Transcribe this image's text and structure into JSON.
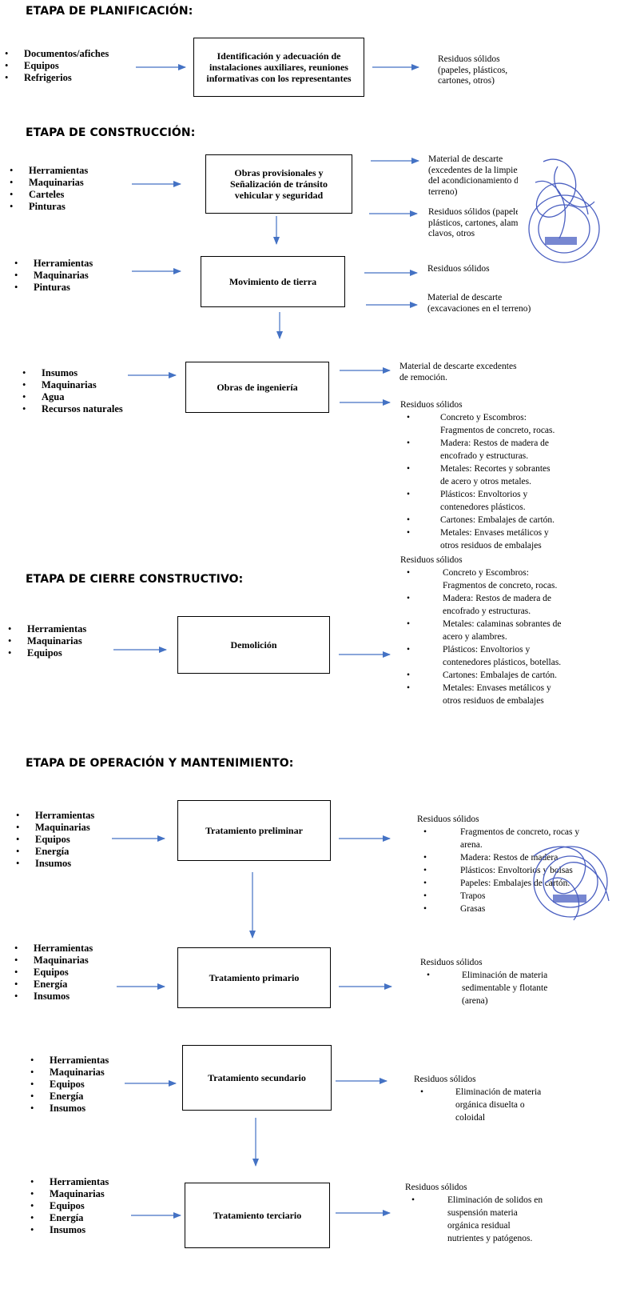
{
  "planificacion": {
    "title": "ETAPA DE PLANIFICACIÓN:",
    "inputs": [
      "Documentos/afiches",
      "Equipos",
      "Refrigerios"
    ],
    "activity": "Identificación y adecuación de instalaciones auxiliares, reuniones informativas con los representantes",
    "output": [
      "Residuos sólidos",
      "(papeles, plásticos,",
      "cartones, otros)"
    ]
  },
  "construccion": {
    "title": "ETAPA DE CONSTRUCCIÓN:",
    "obras_provisionales": {
      "inputs": [
        "Herramientas",
        "Maquinarias",
        "Carteles",
        "Pinturas"
      ],
      "activity": "Obras provisionales y Señalización de tránsito vehicular y seguridad",
      "output_1": [
        "Material de descarte",
        "(excedentes de la limpieza",
        "del acondicionamiento del",
        "terreno)"
      ],
      "output_2": [
        "Residuos sólidos (papeles,",
        "plásticos, cartones, alambres,",
        "clavos, otros"
      ]
    },
    "movimiento_tierra": {
      "inputs": [
        "Herramientas",
        "Maquinarias",
        "Pinturas"
      ],
      "activity": "Movimiento de tierra",
      "output_1": "Residuos sólidos",
      "output_2": [
        "Material de descarte",
        "(excavaciones en el terreno)"
      ]
    },
    "obras_ingenieria": {
      "inputs": [
        "Insumos",
        "Maquinarias",
        "Agua",
        "Recursos naturales"
      ],
      "activity": "Obras de ingeniería",
      "output_1": [
        "Material de descarte excedentes",
        "de remoción."
      ],
      "output_2_title": "Residuos sólidos",
      "output_2_items": [
        [
          "Concreto y Escombros:",
          "Fragmentos de concreto, rocas."
        ],
        [
          "Madera: Restos de madera de",
          "encofrado y estructuras."
        ],
        [
          "Metales: Recortes y sobrantes",
          "de acero y otros metales."
        ],
        [
          "Plásticos: Envoltorios y",
          "contenedores plásticos."
        ],
        [
          "Cartones: Embalajes de cartón."
        ],
        [
          "Metales: Envases metálicos y",
          "otros residuos de embalajes"
        ]
      ]
    }
  },
  "cierre": {
    "title": "ETAPA DE CIERRE CONSTRUCTIVO:",
    "inputs": [
      "Herramientas",
      "Maquinarias",
      "Equipos"
    ],
    "activity": "Demolición",
    "output_title": "Residuos sólidos",
    "output_items": [
      [
        "Concreto y Escombros:",
        "Fragmentos de concreto, rocas."
      ],
      [
        "Madera: Restos de madera de",
        "encofrado y estructuras."
      ],
      [
        "Metales: calaminas sobrantes de",
        "acero y alambres."
      ],
      [
        "Plásticos: Envoltorios y",
        "contenedores plásticos, botellas."
      ],
      [
        "Cartones: Embalajes de cartón."
      ],
      [
        "Metales: Envases metálicos y",
        "otros residuos de embalajes"
      ]
    ]
  },
  "operacion": {
    "title": "ETAPA DE OPERACIÓN Y MANTENIMIENTO:",
    "preliminar": {
      "inputs": [
        "Herramientas",
        "Maquinarias",
        "Equipos",
        "Energía",
        "Insumos"
      ],
      "activity": "Tratamiento preliminar",
      "output_title": "Residuos sólidos",
      "output_items": [
        [
          "Fragmentos de concreto, rocas y",
          "arena."
        ],
        [
          "Madera: Restos de madera"
        ],
        [
          "Plásticos: Envoltorios y bolsas"
        ],
        [
          "Papeles: Embalajes de cartón."
        ],
        [
          "Trapos"
        ],
        [
          "Grasas"
        ]
      ]
    },
    "primario": {
      "inputs": [
        "Herramientas",
        "Maquinarias",
        "Equipos",
        "Energía",
        "Insumos"
      ],
      "activity": "Tratamiento primario",
      "output_title": "Residuos sólidos",
      "output_items": [
        [
          "Eliminación de materia",
          "sedimentable y flotante",
          "(arena)"
        ]
      ]
    },
    "secundario": {
      "inputs": [
        "Herramientas",
        "Maquinarias",
        "Equipos",
        "Energía",
        "Insumos"
      ],
      "activity": "Tratamiento secundario",
      "output_title": "Residuos sólidos",
      "output_items": [
        [
          "Eliminación de materia",
          "orgánica disuelta o",
          "coloidal"
        ]
      ]
    },
    "terciario": {
      "inputs": [
        "Herramientas",
        "Maquinarias",
        "Equipos",
        "Energía",
        "Insumos"
      ],
      "activity": "Tratamiento terciario",
      "output_title": "Residuos sólidos",
      "output_items": [
        [
          "Eliminación de solidos en",
          "suspensión materia",
          "orgánica residual",
          "nutrientes y patógenos."
        ]
      ]
    }
  },
  "arrow_color": "#4472c4",
  "seal_color": "#4a5fc1"
}
